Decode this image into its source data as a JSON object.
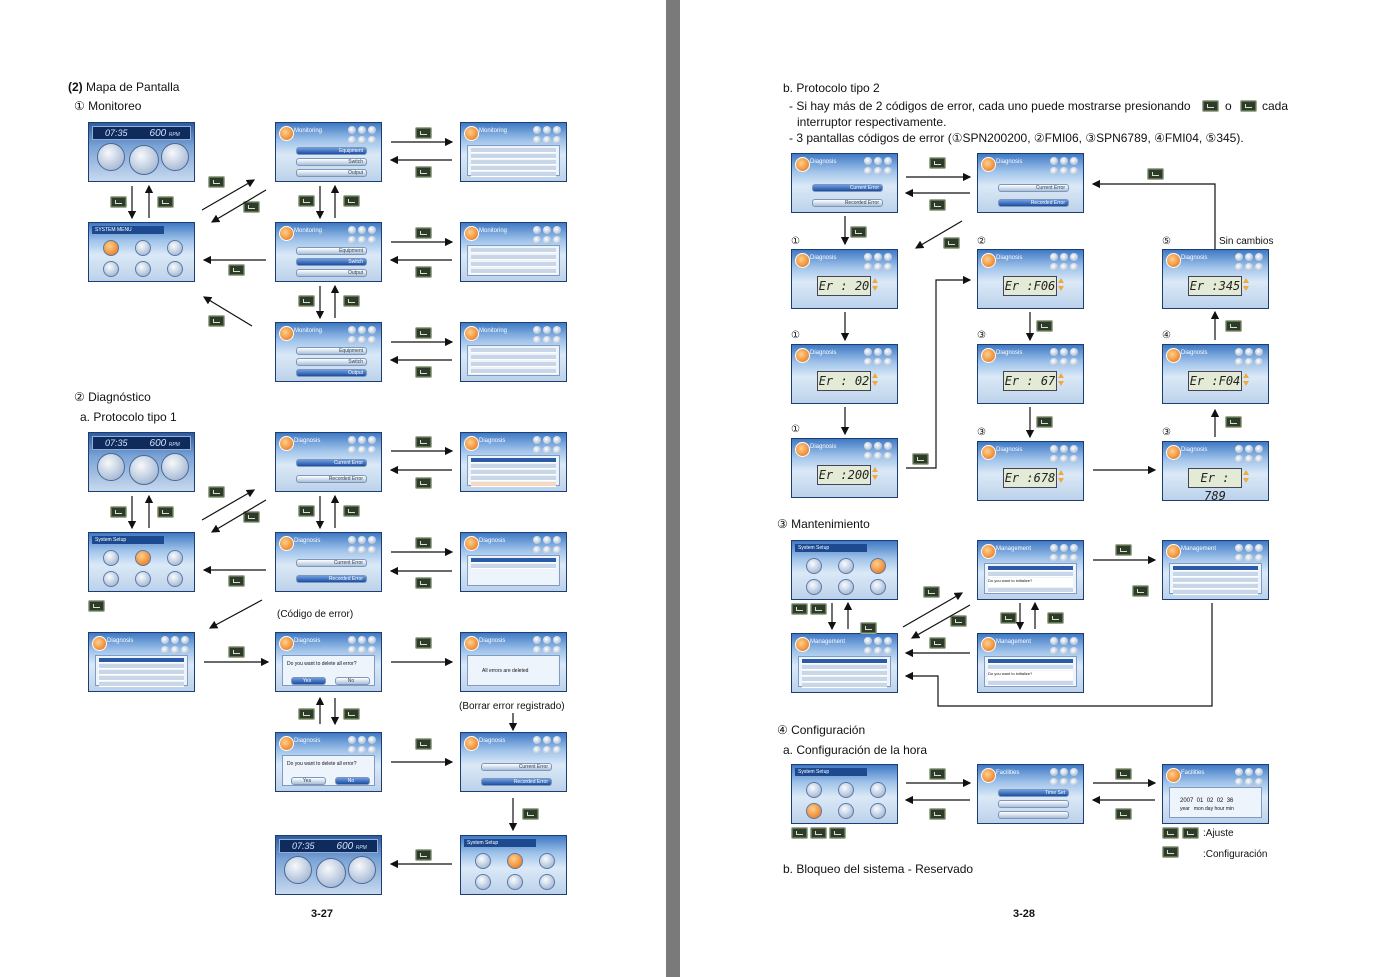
{
  "left_page": {
    "section_heading_num": "(2)",
    "section_heading": "Mapa de Pantalla",
    "sub1": "① Monitoreo",
    "sub2": "② Diagnóstico",
    "sub2a": "a. Protocolo tipo 1",
    "label_error_code": "(Código de error)",
    "label_delete_registered": "(Borrar error registrado)",
    "page_number": "3-27",
    "dash_time": "07:35",
    "dash_rpm": "600",
    "dash_rpm_unit": "RPM",
    "system_menu_title": "SYSTEM MENU",
    "system_setup_title": "System Setup",
    "monitoring_title": "Monitoring",
    "diagnosis_title": "Diagnosis",
    "equipment_label": "Equipment",
    "switch_label": "Switch",
    "output_label": "Output",
    "current_error_label": "Current Error",
    "recorded_error_label": "Recorded Error",
    "delete_question": "Do you want to delete all error?",
    "yes_label": "Yes",
    "no_label": "No",
    "deleted_msg": "All errors are deleted"
  },
  "right_page": {
    "heading_b": "b. Protocolo tipo 2",
    "bullet1_a": "- Si hay más de 2 códigos de error, cada uno puede mostrarse presionando",
    "bullet1_o": "o",
    "bullet1_b": "cada",
    "bullet1_c": "interruptor respectivamente.",
    "bullet2": "- 3 pantallas códigos de error (①SPN200200, ②FMI06, ③SPN6789, ④FMI04, ⑤345).",
    "sin_cambios": "Sin cambios",
    "lcd_values": [
      "Er : 20",
      "Er : 02",
      "Er :200",
      "Er :F06",
      "Er : 67",
      "Er :678",
      "Er :345",
      "Er :F04",
      "Er : 789"
    ],
    "circ": [
      "①",
      "②",
      "③",
      "④",
      "⑤"
    ],
    "sec3": "③ Mantenimiento",
    "sec4": "④ Configuración",
    "sec4a": "a. Configuración de la hora",
    "sec4b": "b. Bloqueo del sistema - Reservado",
    "legend_ajuste": ":Ajuste",
    "legend_config": ":Configuración",
    "management_title": "Management",
    "facilities_title": "Facilities",
    "initialize_q": "Do you want to initialize?",
    "time_set": "Time Set",
    "clock_vals": "2007  01  02  02  36",
    "clock_units": "year   mon day hour min",
    "page_number": "3-28"
  },
  "colors": {
    "page_bg": "#ffffff",
    "gutter": "#7a7a7a",
    "screen_blue": "#3f79c4",
    "accent_orange": "#e66b0e"
  }
}
